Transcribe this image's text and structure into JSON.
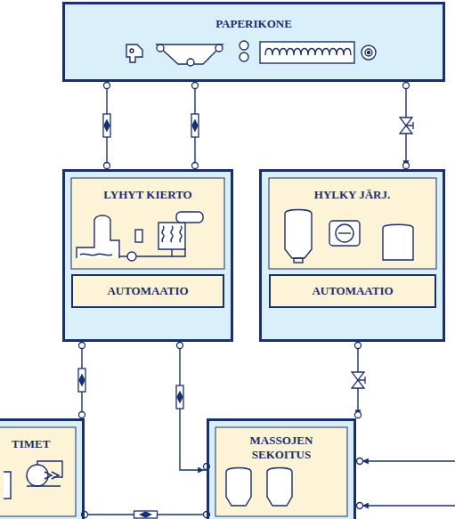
{
  "diagram": {
    "nodes": [
      {
        "text": [
          "PAPERIKONE"
        ]
      },
      {
        "text": [
          "LYHYT KIERTO"
        ]
      },
      {
        "text": [
          "AUTOMAATIO"
        ],
        "in": 1
      },
      {
        "text": [
          "HYLKY JÄRJ."
        ]
      },
      {
        "text": [
          "AUTOMAATIO"
        ],
        "in": 3
      },
      {
        "text": [
          "TIMET"
        ]
      },
      {
        "text": [
          "MASSOJEN SEKOITUS"
        ]
      }
    ],
    "edges": [
      {
        "from": 0,
        "to": 1,
        "arrow": "none"
      },
      {
        "from": 0,
        "to": 1,
        "arrow": "none"
      },
      {
        "from": 0,
        "to": 3,
        "arrow": "to"
      },
      {
        "from": 1,
        "to": 5,
        "arrow": "none"
      },
      {
        "from": 1,
        "to": 6,
        "arrow": "to"
      },
      {
        "from": 3,
        "to": 6,
        "arrow": "to"
      },
      {
        "from": 5,
        "to": 6,
        "arrow": "none"
      }
    ]
  }
}
